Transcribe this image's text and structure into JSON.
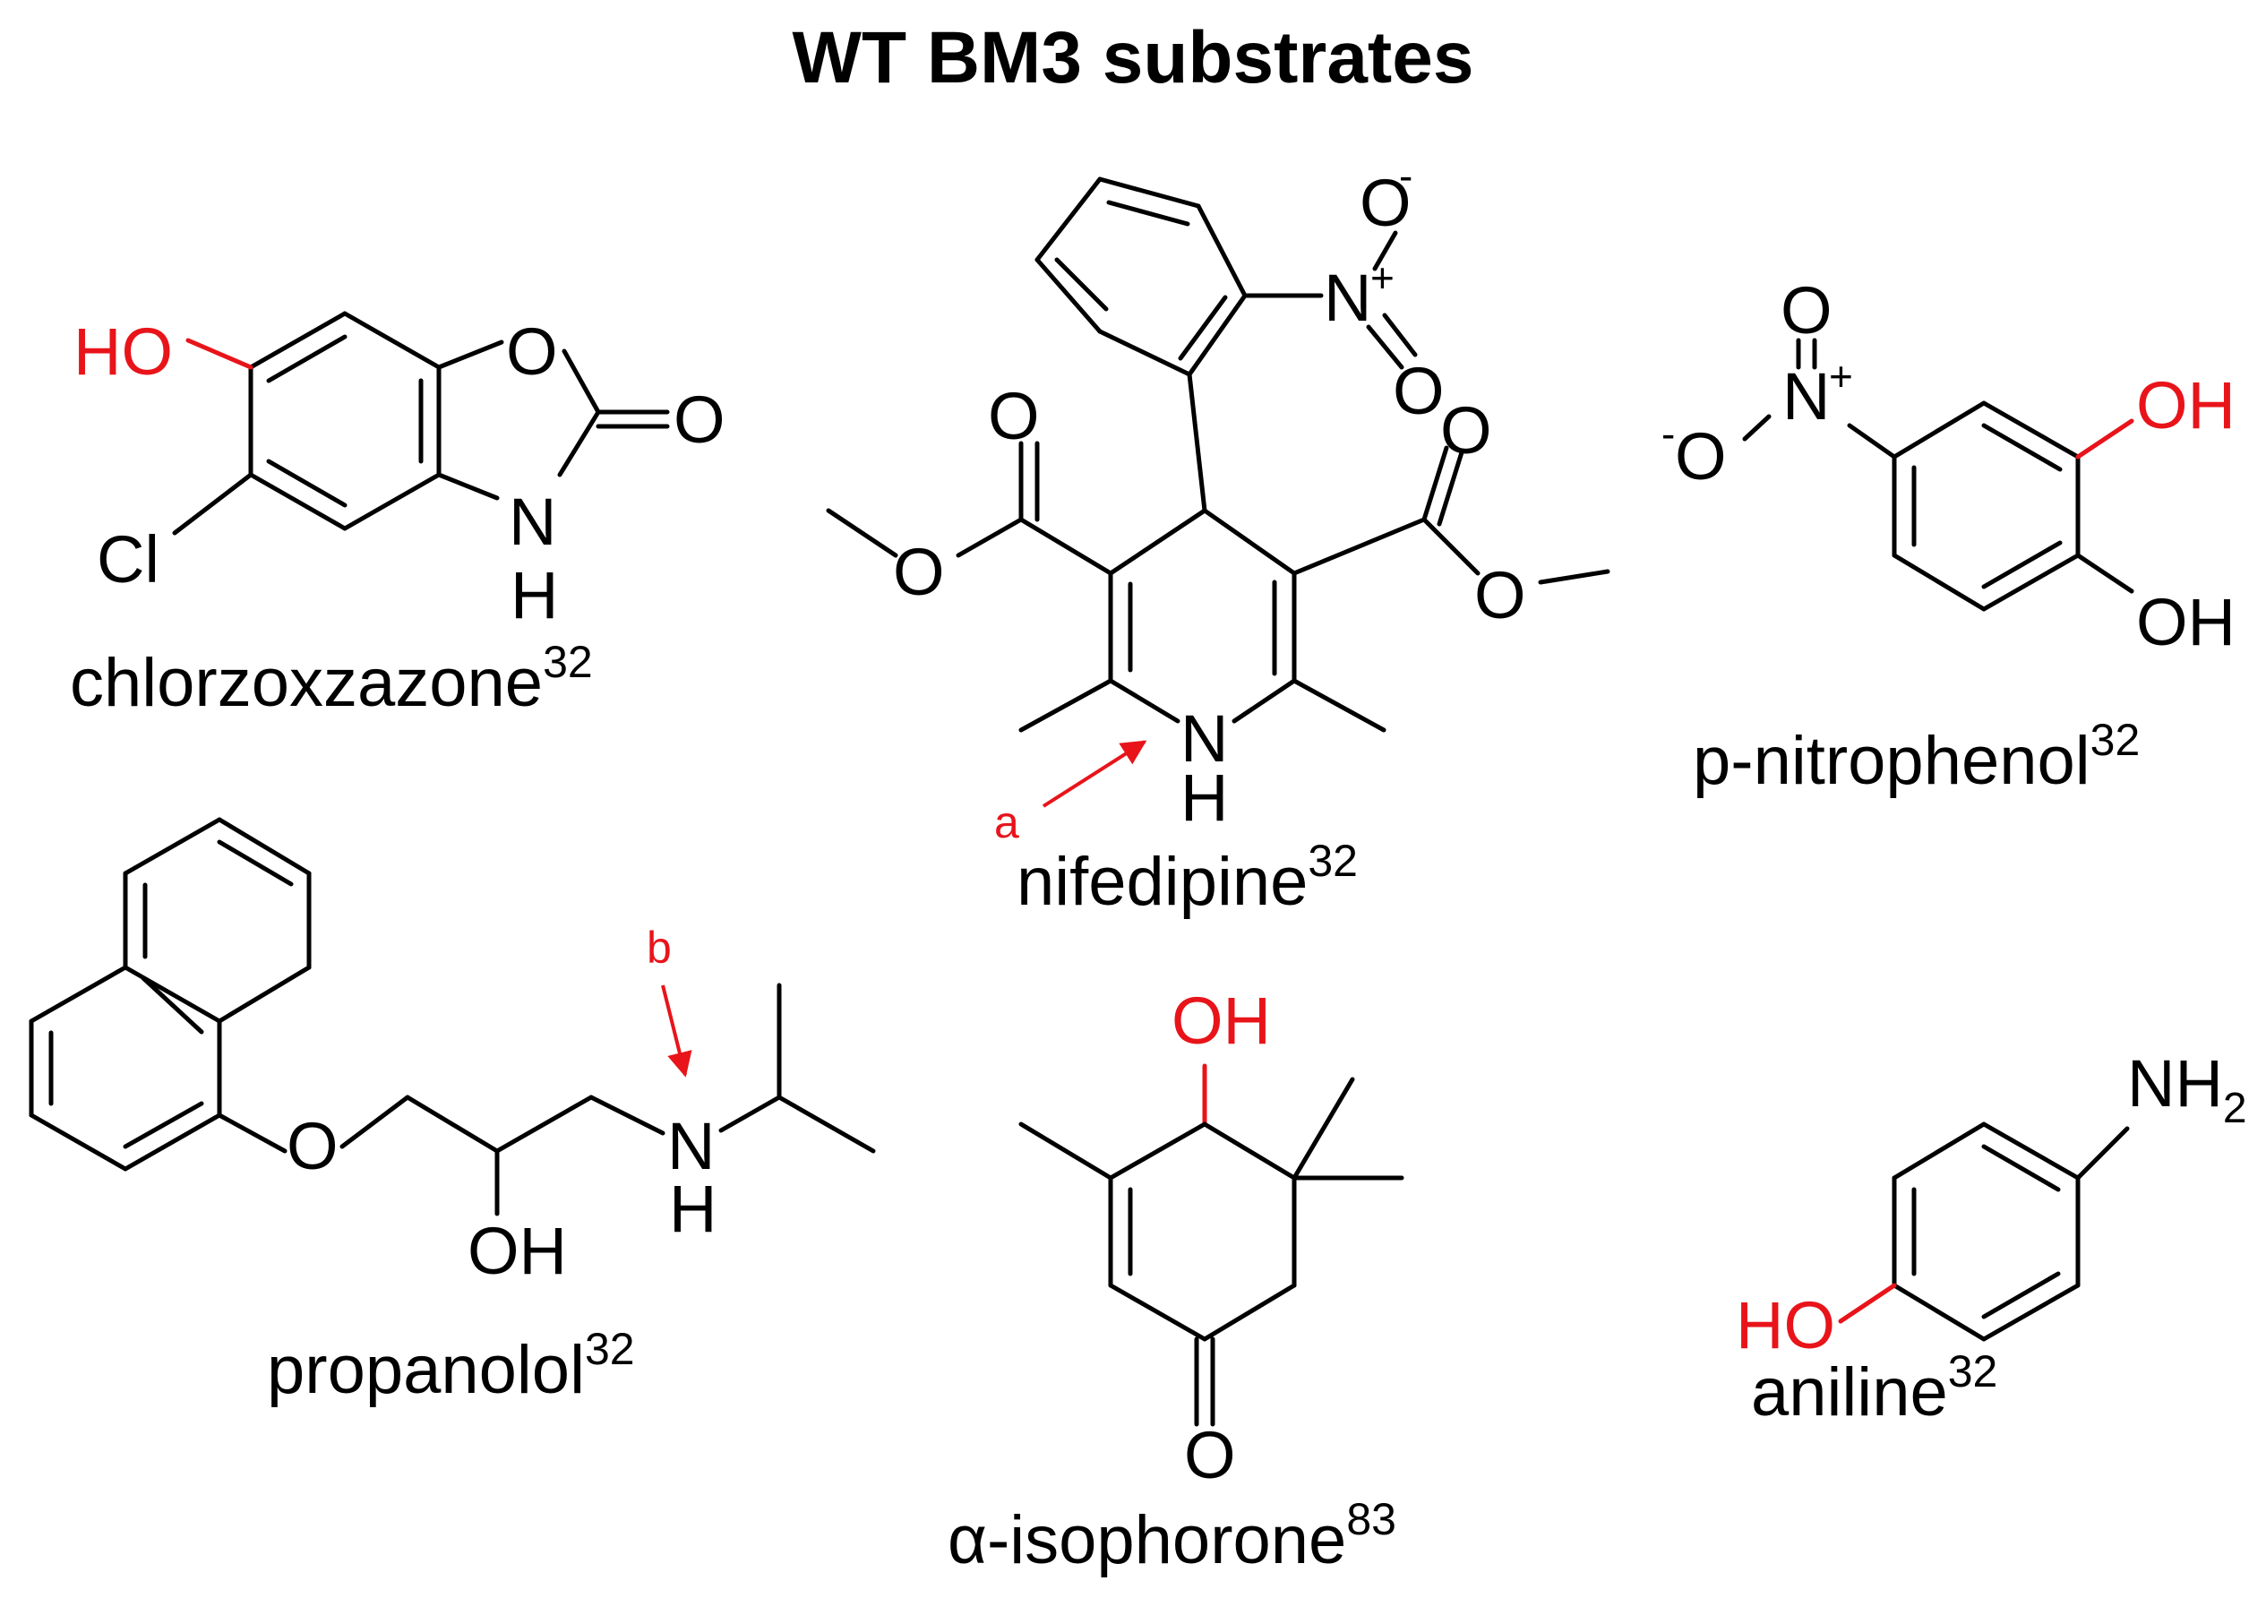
{
  "title": "WT BM3 substrates",
  "colors": {
    "highlight": "#e8141a",
    "ink": "#000000",
    "background": "#ffffff"
  },
  "compounds": [
    {
      "name": "chlorzoxzazone",
      "ref": "32"
    },
    {
      "name": "nifedipine",
      "ref": "32"
    },
    {
      "name": "p-nitrophenol",
      "ref": "32"
    },
    {
      "name": "propanolol",
      "ref": "32"
    },
    {
      "name": "α-isophorone",
      "ref": "83"
    },
    {
      "name": "aniline",
      "ref": "32"
    }
  ],
  "atoms": {
    "ho": "HO",
    "oh": "OH",
    "o": "O",
    "n": "N",
    "h": "H",
    "cl": "Cl",
    "nh": "NH",
    "two": "2",
    "plus": "+",
    "minus": "-"
  },
  "annotations": {
    "a": "a",
    "b": "b"
  }
}
